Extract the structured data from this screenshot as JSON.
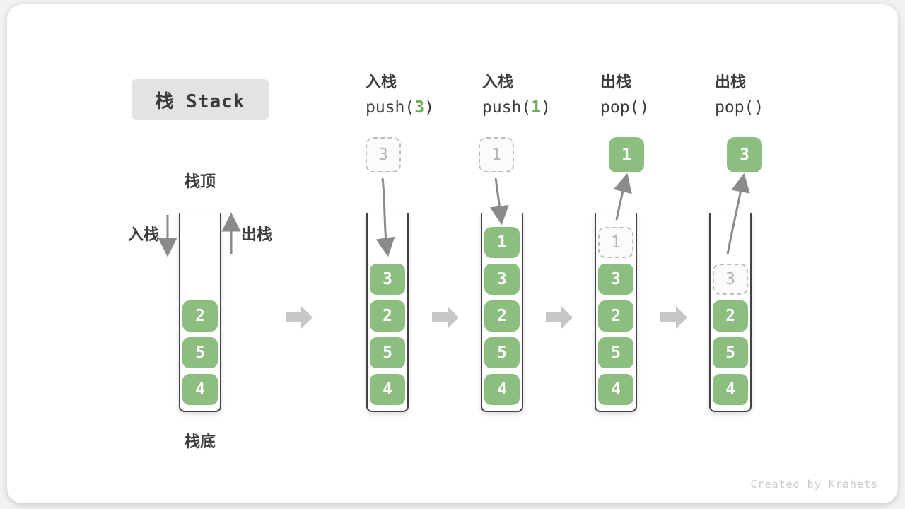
{
  "title": "栈 Stack",
  "credit": "Created by Krahets",
  "first_stack": {
    "top_label": "栈顶",
    "bottom_label": "栈底",
    "push_label": "入栈",
    "pop_label": "出栈"
  },
  "columns": [
    {
      "name": "initial-stack",
      "cells": [
        "2",
        "5",
        "4"
      ]
    },
    {
      "name": "push-3",
      "op_cn": "入栈",
      "code_pre": "push(",
      "code_arg": "3",
      "code_post": ")",
      "incoming": "3",
      "cells": [
        "3",
        "2",
        "5",
        "4"
      ]
    },
    {
      "name": "push-1",
      "op_cn": "入栈",
      "code_pre": "push(",
      "code_arg": "1",
      "code_post": ")",
      "incoming": "1",
      "cells": [
        "1",
        "3",
        "2",
        "5",
        "4"
      ]
    },
    {
      "name": "pop-first",
      "op_cn": "出栈",
      "code_pre": "pop(",
      "code_arg": "",
      "code_post": ")",
      "outgoing": "1",
      "ghost": "1",
      "cells": [
        "3",
        "2",
        "5",
        "4"
      ]
    },
    {
      "name": "pop-second",
      "op_cn": "出栈",
      "code_pre": "pop(",
      "code_arg": "",
      "code_post": ")",
      "outgoing": "3",
      "ghost": "3",
      "cells": [
        "2",
        "5",
        "4"
      ]
    }
  ],
  "colors": {
    "element_green": "#8cbe80",
    "code_arg_green": "#6dab58",
    "arrow_gray": "#8a8a8a",
    "block_arrow_gray": "#c6c6c7",
    "ghost_gray": "#b5b5b5",
    "text_dark": "#3d3d3d"
  }
}
